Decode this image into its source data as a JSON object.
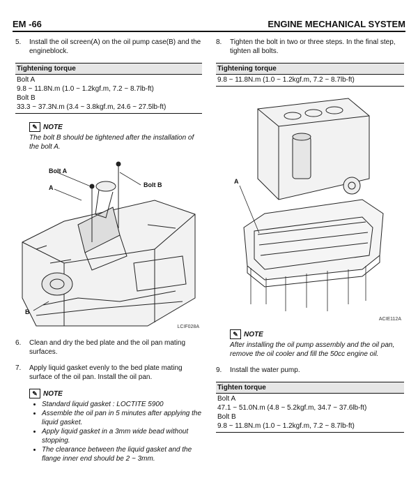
{
  "header": {
    "left": "EM -66",
    "right": "ENGINE MECHANICAL SYSTEM"
  },
  "left": {
    "step5": {
      "num": "5.",
      "text": "Install the oil screen(A) on the oil pump case(B) and the engineblock."
    },
    "torque1": {
      "title": "Tightening torque",
      "lines": [
        "Bolt A",
        "9.8 ~ 11.8N.m (1.0 ~ 1.2kgf.m, 7.2 ~ 8.7lb-ft)",
        "Bolt B",
        "33.3 ~ 37.3N.m (3.4 ~ 3.8kgf.m, 24.6 ~ 27.5lb-ft)"
      ]
    },
    "note1": {
      "title": "NOTE",
      "body": "The bolt B should be tightened after the installation of the bolt A."
    },
    "figure1": {
      "labels": [
        "Bolt A",
        "A",
        "Bolt B",
        "B"
      ],
      "code": "LCIF028A"
    },
    "step6": {
      "num": "6.",
      "text": "Clean and dry the bed plate and the oil pan mating surfaces."
    },
    "step7": {
      "num": "7.",
      "text": "Apply liquid gasket evenly to the bed plate mating surface of the oil pan. Install the oil pan."
    },
    "note2": {
      "title": "NOTE",
      "bullets": [
        "Standard liquid gasket : LOCTITE 5900",
        "Assemble the oil pan in 5 minutes after applying the liquid gasket.",
        "Apply liquid gasket in a 3mm wide bead without stopping.",
        "The clearance between the liquid gasket and the flange inner end should be 2 ~ 3mm."
      ]
    }
  },
  "right": {
    "step8": {
      "num": "8.",
      "text": "Tighten the bolt in two or three steps. In the final step, tighten all bolts."
    },
    "torque2": {
      "title": "Tightening torque",
      "lines": [
        "9.8 ~ 11.8N.m (1.0 ~ 1.2kgf.m, 7.2 ~ 8.7lb-ft)"
      ]
    },
    "figure2": {
      "labels": [
        "A"
      ],
      "code": "ACIE112A"
    },
    "note3": {
      "title": "NOTE",
      "body": "After installing the oil pump assembly and the oil pan, remove the oil cooler and fill the 50cc engine oil."
    },
    "step9": {
      "num": "9.",
      "text": "Install the water pump."
    },
    "torque3": {
      "title": "Tighten torque",
      "lines": [
        "Bolt A",
        "47.1 ~ 51.0N.m (4.8 ~ 5.2kgf.m, 34.7 ~ 37.6lb-ft)",
        "Bolt B",
        "9.8 ~ 11.8N.m (1.0 ~ 1.2kgf.m, 7.2 ~ 8.7lb-ft)"
      ]
    }
  }
}
